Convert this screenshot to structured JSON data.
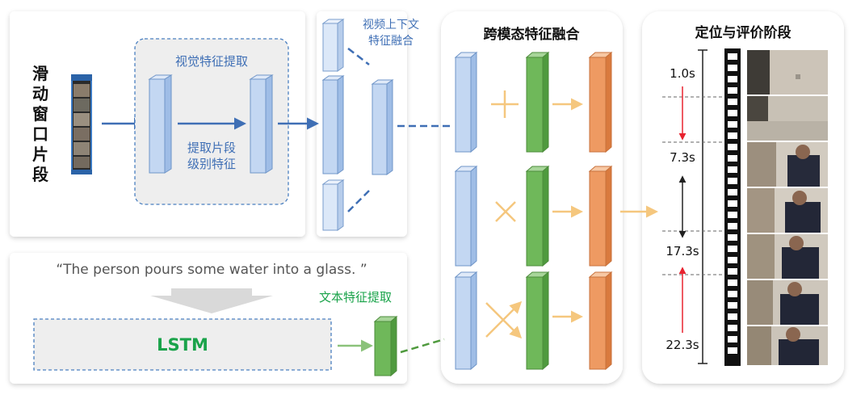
{
  "sliding_window": {
    "chars": [
      "滑",
      "动",
      "窗",
      "口",
      "片",
      "段"
    ]
  },
  "visual_extraction": {
    "title": "视觉特征提取",
    "note_line1": "提取片段",
    "note_line2": "级别特征"
  },
  "video_context": {
    "title_line1": "视频上下文",
    "title_line2": "特征融合"
  },
  "cross_modal": {
    "title": "跨模态特征融合",
    "ops": [
      "+",
      "×",
      "cross"
    ]
  },
  "query": {
    "sentence": "“The person pours some water into a glass. ”",
    "encoder_label": "LSTM",
    "text_extraction_label": "文本特征提取"
  },
  "localization": {
    "title": "定位与评价阶段",
    "timestamps": [
      "1.0s",
      "7.3s",
      "17.3s",
      "22.3s"
    ]
  },
  "colors": {
    "blue_accent": "#3f6fb5",
    "green_accent": "#1aa34a",
    "arrow_red": "#e8232f",
    "plus_op": "#f5c77e",
    "feature_blue": "#b8d0f0",
    "feature_green": "#6fb85a",
    "feature_orange": "#ee9a62"
  }
}
